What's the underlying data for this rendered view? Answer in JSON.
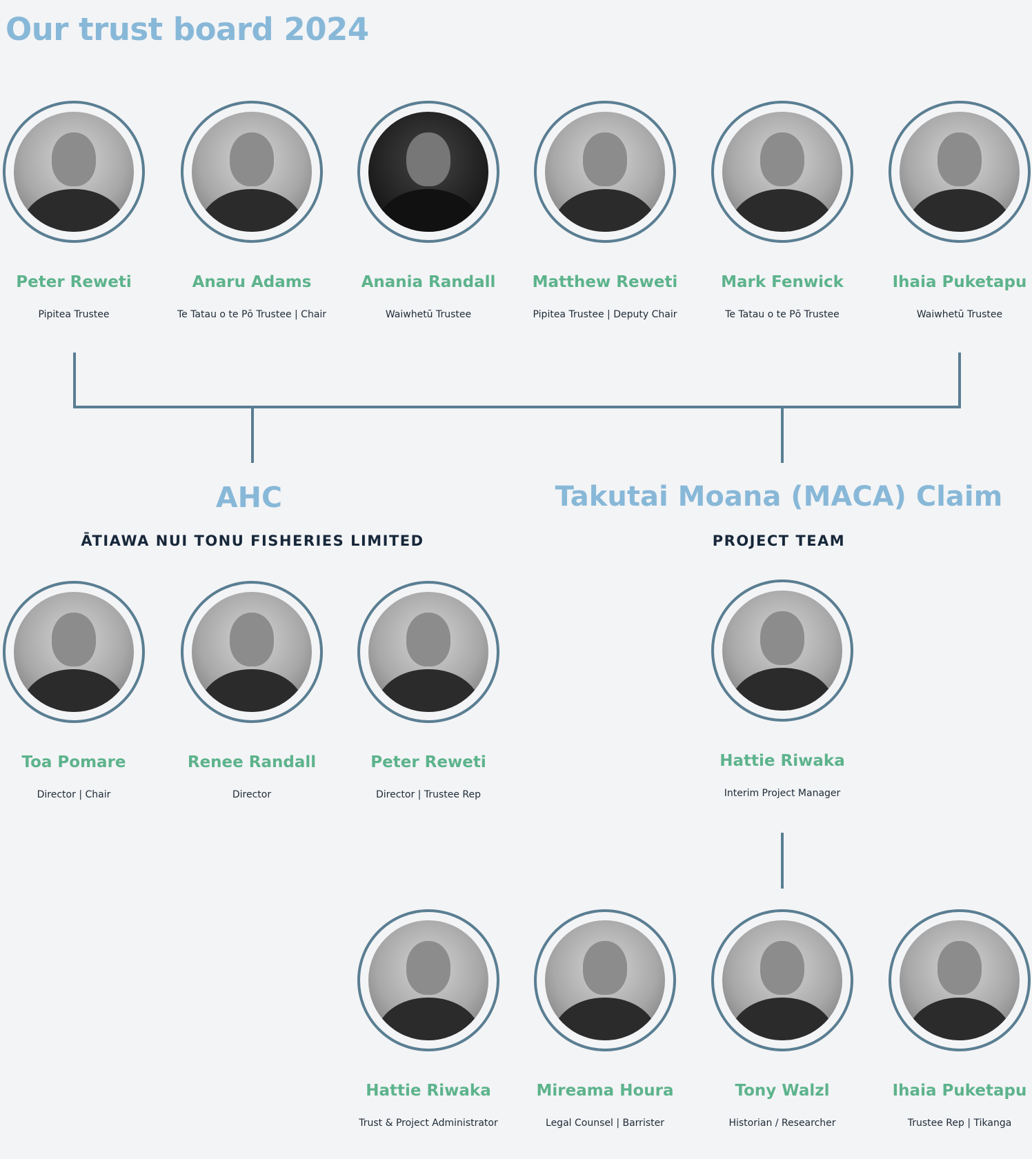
{
  "page": {
    "title": "Our trust board 2024"
  },
  "colors": {
    "background": "#f3f4f6",
    "title_blue": "#88b8d8",
    "name_green": "#5db38c",
    "ring_line": "#5a7e92",
    "dark_text": "#17283a"
  },
  "board": {
    "members": [
      {
        "name": "Peter Reweti",
        "role": "Pipitea Trustee"
      },
      {
        "name": "Anaru Adams",
        "role": "Te Tatau o te Pō Trustee | Chair"
      },
      {
        "name": "Anania Randall",
        "role": "Waiwhetū Trustee"
      },
      {
        "name": "Matthew Reweti",
        "role": "Pipitea Trustee | Deputy Chair"
      },
      {
        "name": "Mark Fenwick",
        "role": "Te Tatau o te Pō Trustee"
      },
      {
        "name": "Ihaia Puketapu",
        "role": "Waiwhetū Trustee"
      }
    ]
  },
  "ahc": {
    "title": "AHC",
    "subtitle": "ĀTIAWA NUI TONU FISHERIES LIMITED",
    "members": [
      {
        "name": "Toa Pomare",
        "role": "Director | Chair"
      },
      {
        "name": "Renee Randall",
        "role": "Director"
      },
      {
        "name": "Peter Reweti",
        "role": "Director | Trustee Rep"
      }
    ]
  },
  "maca": {
    "title": "Takutai Moana (MACA) Claim",
    "subtitle": "PROJECT TEAM",
    "lead": {
      "name": "Hattie Riwaka",
      "role": "Interim Project Manager"
    },
    "members": [
      {
        "name": "Hattie Riwaka",
        "role": "Trust & Project Administrator"
      },
      {
        "name": "Mireama Houra",
        "role": "Legal Counsel | Barrister"
      },
      {
        "name": "Tony Walzl",
        "role": "Historian / Researcher"
      },
      {
        "name": "Ihaia Puketapu",
        "role": "Trustee Rep | Tikanga"
      }
    ]
  }
}
